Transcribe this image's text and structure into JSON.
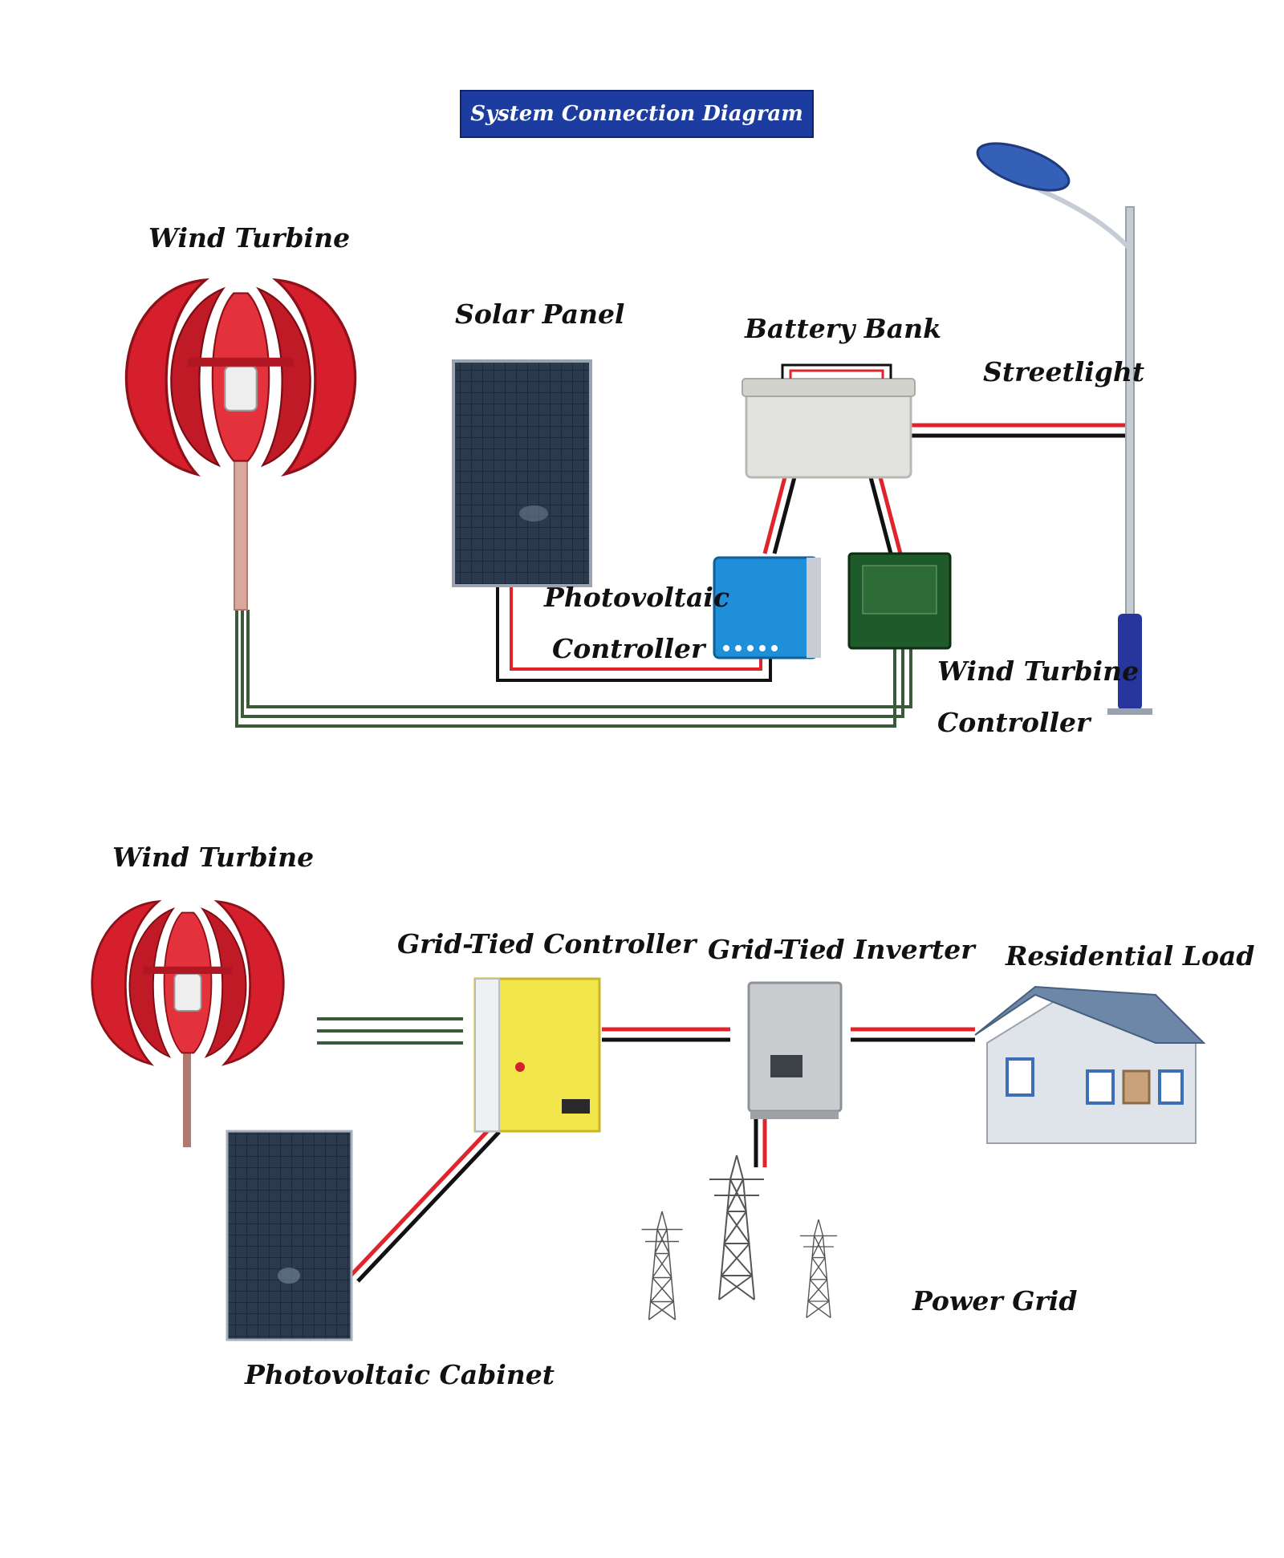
{
  "title": "System Connection Diagram",
  "title_arrow": "↓",
  "off_grid": {
    "wind_turbine": "Wind Turbine",
    "solar_panel": "Solar Panel",
    "battery_bank": "Battery Bank",
    "streetlight": "Streetlight",
    "pv_controller_line1": "Photovoltaic",
    "pv_controller_line2": "Controller",
    "wt_controller_line1": "Wind Turbine",
    "wt_controller_line2": "Controller"
  },
  "grid_tied": {
    "wind_turbine": "Wind Turbine",
    "grid_tied_controller": "Grid-Tied Controller",
    "grid_tied_inverter": "Grid-Tied Inverter",
    "residential_load": "Residential Load",
    "power_grid": "Power Grid",
    "pv_cabinet": "Photovoltaic Cabinet"
  },
  "colors": {
    "title_bg": "#1c3ca0",
    "turbine_red": "#d51f2c",
    "wire_red": "#e0242c",
    "wire_black": "#111111",
    "wire_green": "#3a5a3a",
    "battery": "#e2e3de",
    "pv_controller": "#1e8fd8",
    "wt_controller": "#1f5a2a",
    "gt_controller": "#f3e64a",
    "inverter": "#c9cccf",
    "pole": "#c6ccd6",
    "pole_base": "#26369c",
    "house_wall": "#dfe3ea",
    "house_roof": "#6c87a8"
  }
}
